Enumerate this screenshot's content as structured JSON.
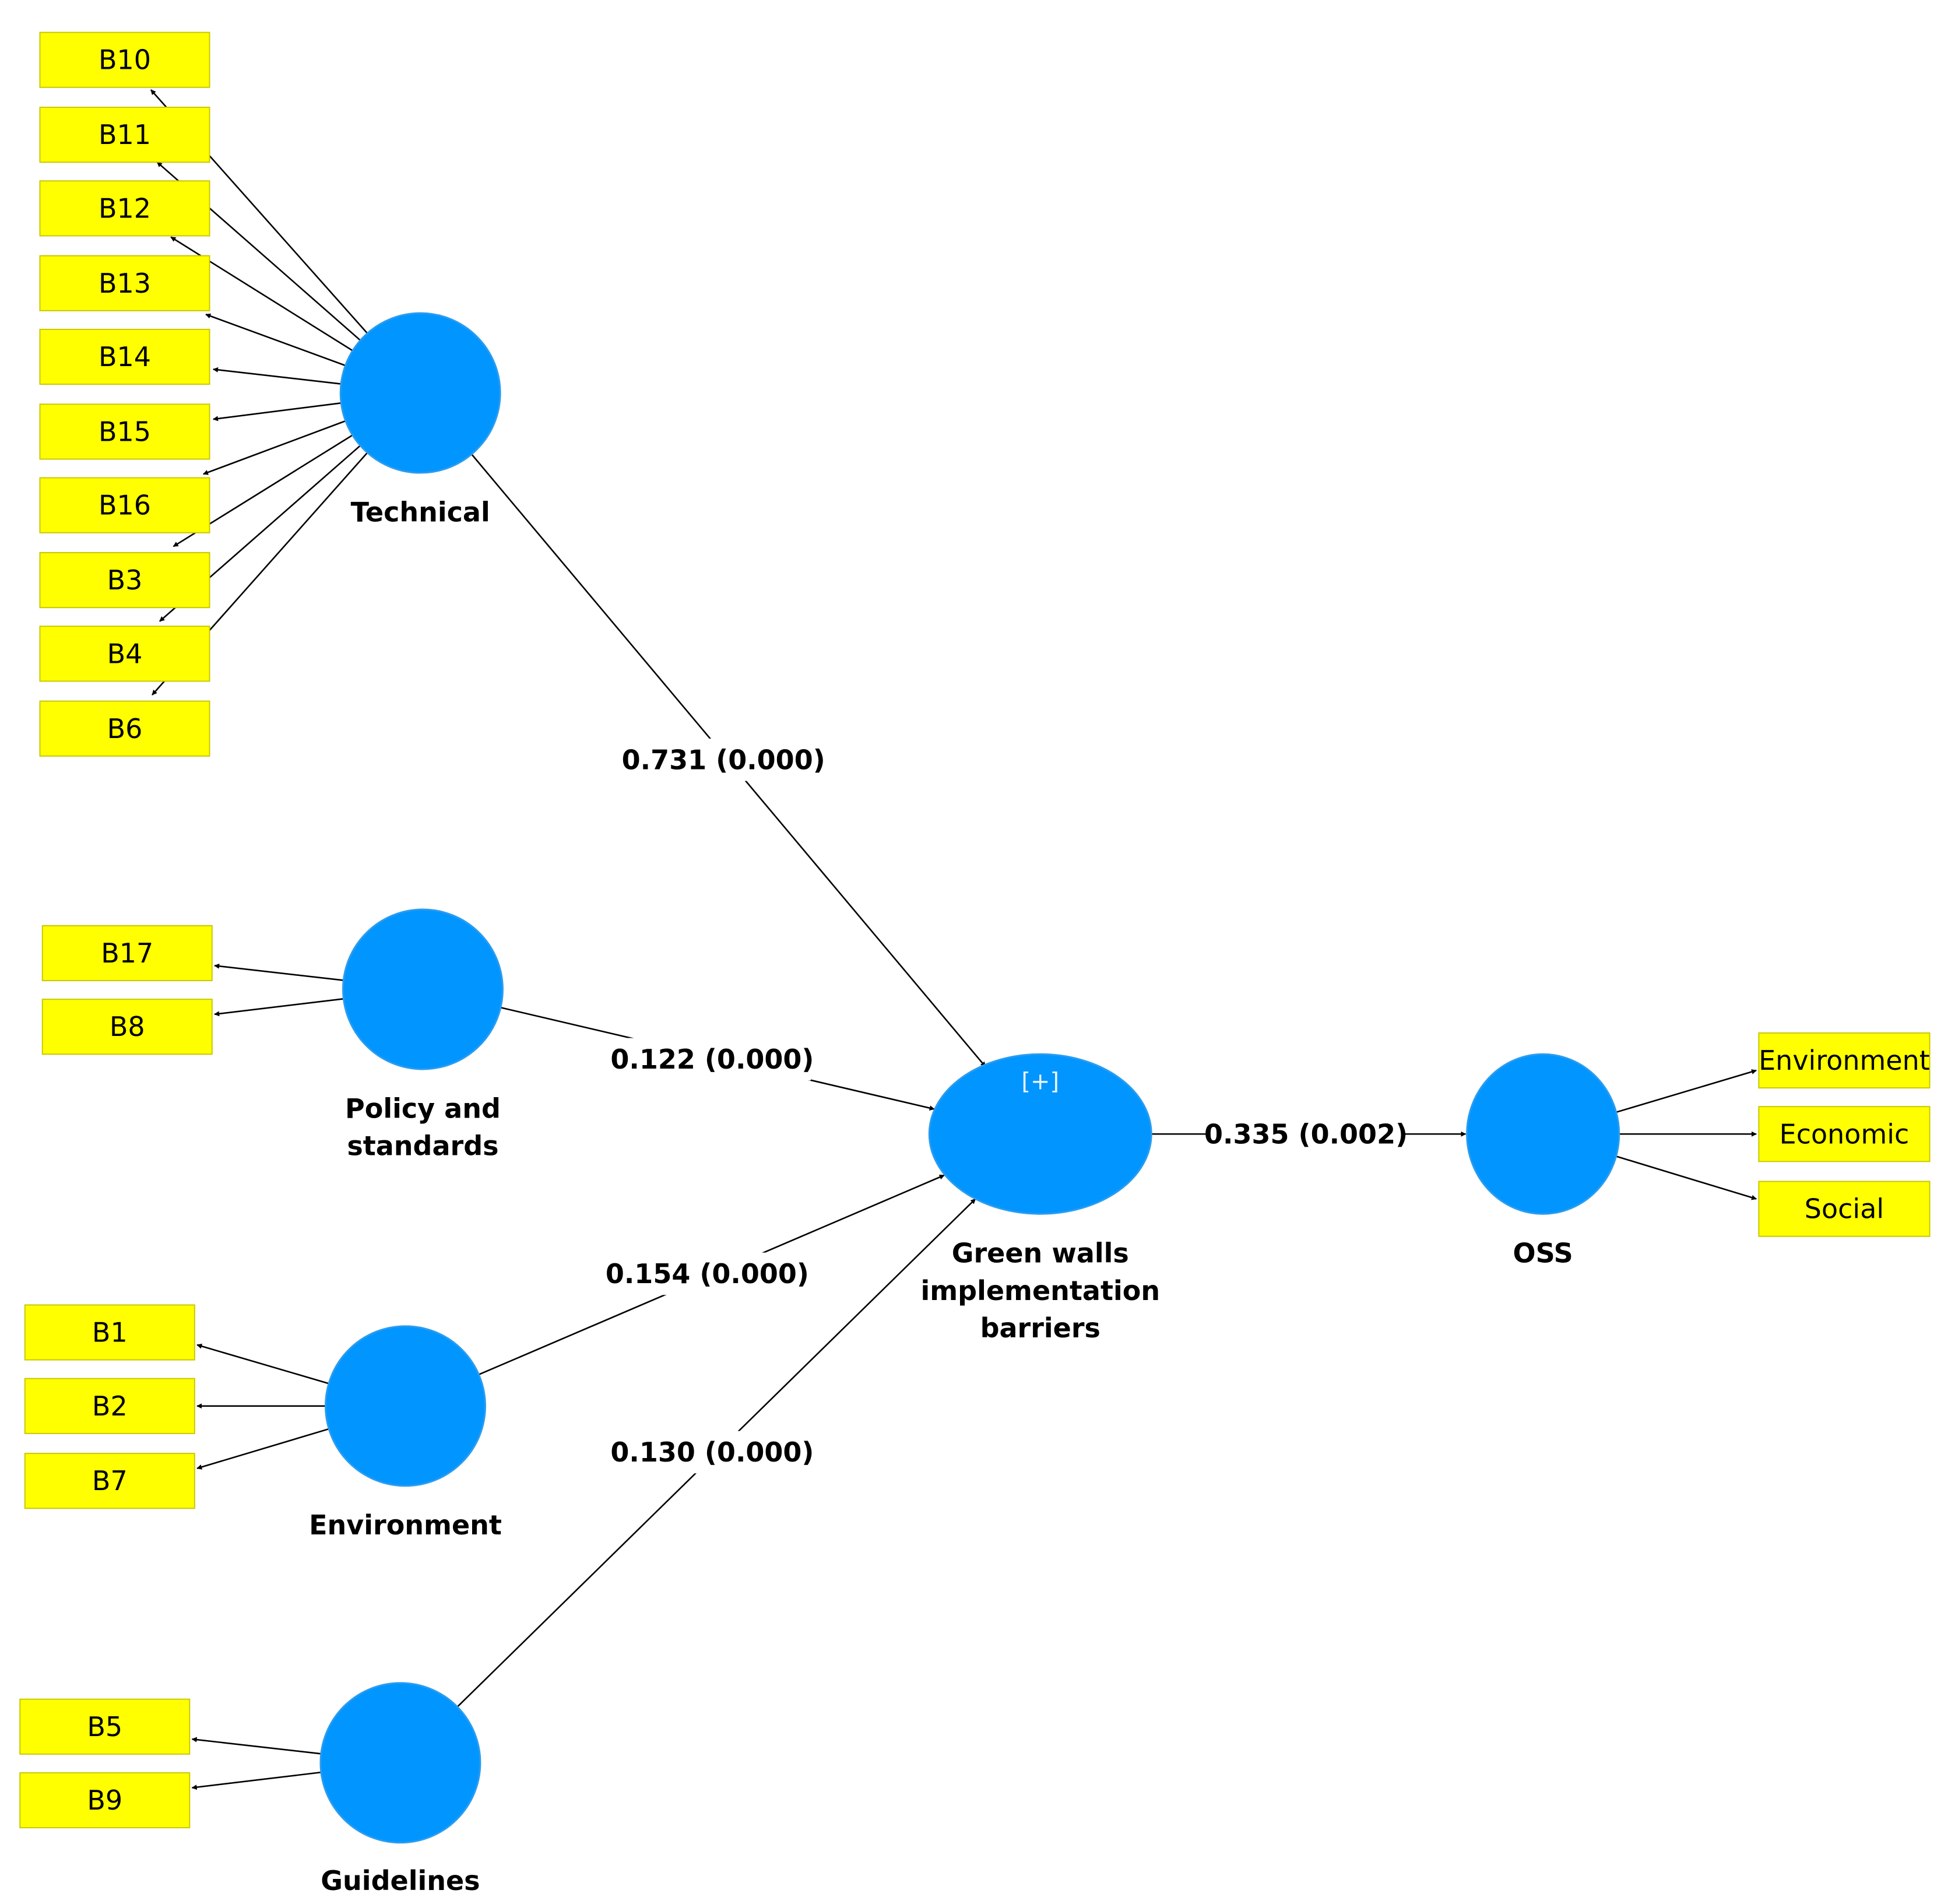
{
  "diagram": {
    "constructs": [
      {
        "id": "technical",
        "label_lines": [
          "Technical"
        ]
      },
      {
        "id": "policy",
        "label_lines": [
          "Policy and",
          "standards"
        ]
      },
      {
        "id": "environment",
        "label_lines": [
          "Environment"
        ]
      },
      {
        "id": "guidelines",
        "label_lines": [
          "Guidelines"
        ]
      },
      {
        "id": "gwib",
        "label_lines": [
          "Green walls",
          "implementation",
          "barriers"
        ],
        "expand_icon": "[+]"
      },
      {
        "id": "oss",
        "label_lines": [
          "OSS"
        ]
      }
    ],
    "indicators": {
      "technical": [
        "B10",
        "B11",
        "B12",
        "B13",
        "B14",
        "B15",
        "B16",
        "B3",
        "B4",
        "B6"
      ],
      "policy": [
        "B17",
        "B8"
      ],
      "environment": [
        "B1",
        "B2",
        "B7"
      ],
      "guidelines": [
        "B5",
        "B9"
      ],
      "oss": [
        "Environment",
        "Economic",
        "Social"
      ]
    },
    "paths": [
      {
        "from": "technical",
        "to": "gwib",
        "label": "0.731 (0.000)"
      },
      {
        "from": "policy",
        "to": "gwib",
        "label": "0.122 (0.000)"
      },
      {
        "from": "environment",
        "to": "gwib",
        "label": "0.154 (0.000)"
      },
      {
        "from": "guidelines",
        "to": "gwib",
        "label": "0.130 (0.000)"
      },
      {
        "from": "gwib",
        "to": "oss",
        "label": "0.335 (0.002)"
      }
    ],
    "colors": {
      "construct_fill": "#0095ff",
      "indicator_fill": "#ffff00",
      "line": "#000000"
    }
  }
}
